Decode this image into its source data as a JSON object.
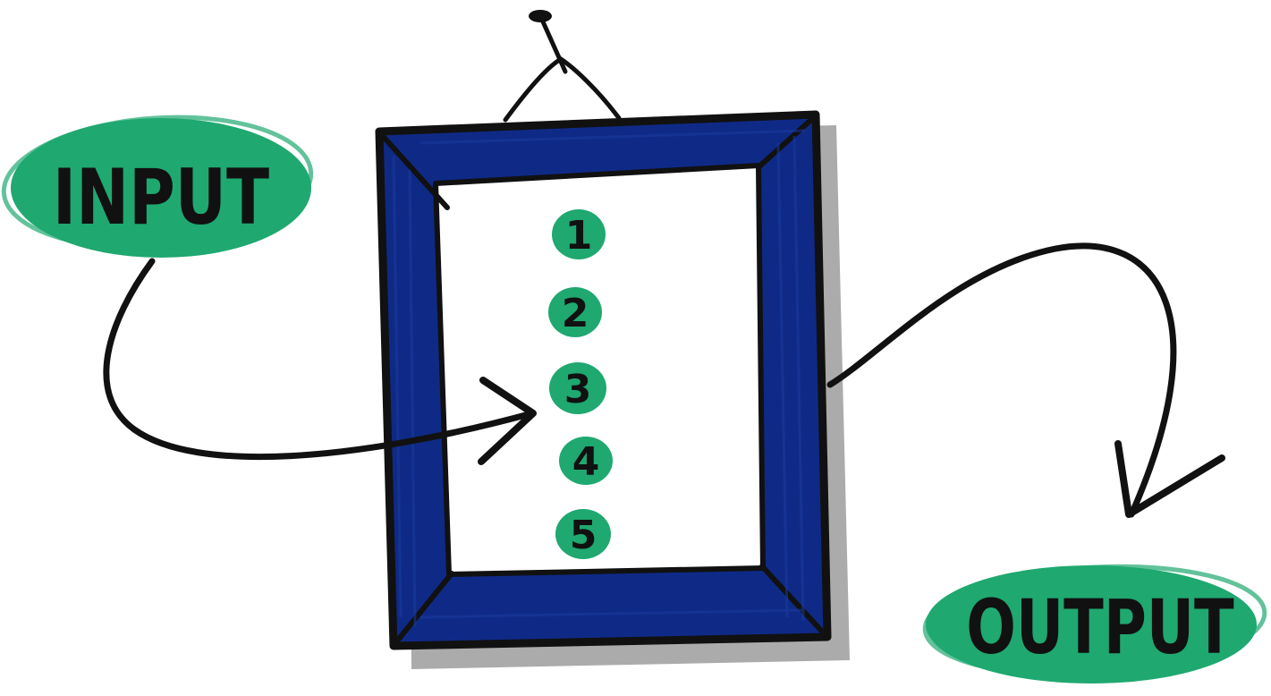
{
  "labels": {
    "input": "INPUT",
    "output": "OUTPUT"
  },
  "steps": [
    "1",
    "2",
    "3",
    "4",
    "5"
  ],
  "colors": {
    "green": "#1fa870",
    "frame_blue": "#0f2a86",
    "ink": "#111111",
    "shadow": "#8f8f8f",
    "canvas": "#ffffff"
  }
}
